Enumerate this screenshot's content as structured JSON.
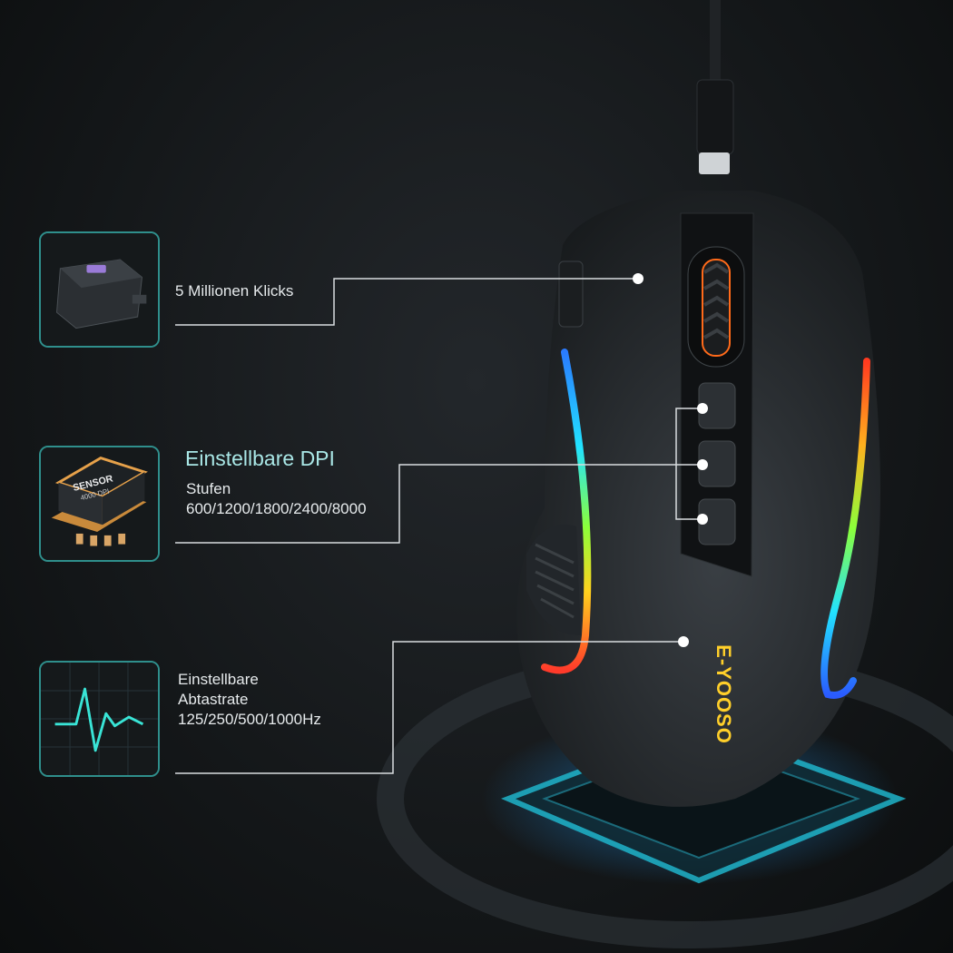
{
  "features": [
    {
      "icon": "switch-icon",
      "text": "5 Millionen Klicks"
    },
    {
      "icon": "sensor-chip-icon",
      "title": "Einstellbare DPI",
      "subtitle": "Stufen",
      "values": "600/1200/1800/2400/8000",
      "chip_text_line1": "SENSOR",
      "chip_text_line2": "4000 DPI"
    },
    {
      "icon": "heartbeat-icon",
      "line1": "Einstellbare",
      "line2": "Abtastrate",
      "line3": "125/250/500/1000Hz"
    }
  ],
  "brand": "E-YOOSO",
  "colors": {
    "accent": "#2f8f8c",
    "title": "#a9e7e6",
    "line": "#d9dde0"
  }
}
